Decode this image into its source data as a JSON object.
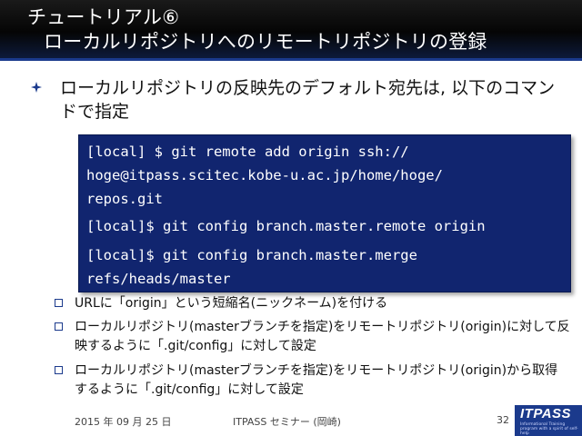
{
  "slide": {
    "title_line1": "チュートリアル⑥",
    "title_line2": "ローカルリポジトリへのリモートリポジトリの登録",
    "main_bullet": "ローカルリポジトリの反映先のデフォルト宛先は, 以下のコマンドで指定",
    "code_lines": [
      "[local] $ git remote add origin ssh://",
      "hoge@itpass.scitec.kobe-u.ac.jp/home/hoge/",
      "repos.git",
      "[local]$ git config branch.master.remote origin",
      "[local]$ git config branch.master.merge",
      "refs/heads/master"
    ],
    "sub_bullets": [
      "URLに「origin」という短縮名(ニックネーム)を付ける",
      "ローカルリポジトリ(masterブランチを指定)をリモートリポジトリ(origin)に対して反映するように「.git/config」に対して設定",
      "ローカルリポジトリ(masterブランチを指定)をリモートリポジトリ(origin)から取得するように「.git/config」に対して設定"
    ]
  },
  "footer": {
    "date": "2015 年 09 月 25 日",
    "center": "ITPASS セミナー (岡崎)",
    "page": "32",
    "logo_text": "ITPASS",
    "logo_sub": "Informational Training program with a spirit of self-help"
  },
  "colors": {
    "accent": "#1b3a8c",
    "code_bg": "#11256f",
    "title_bg": "#0a0a0a"
  },
  "icons": [
    "diamond-bullet-icon",
    "square-bullet-icon"
  ]
}
